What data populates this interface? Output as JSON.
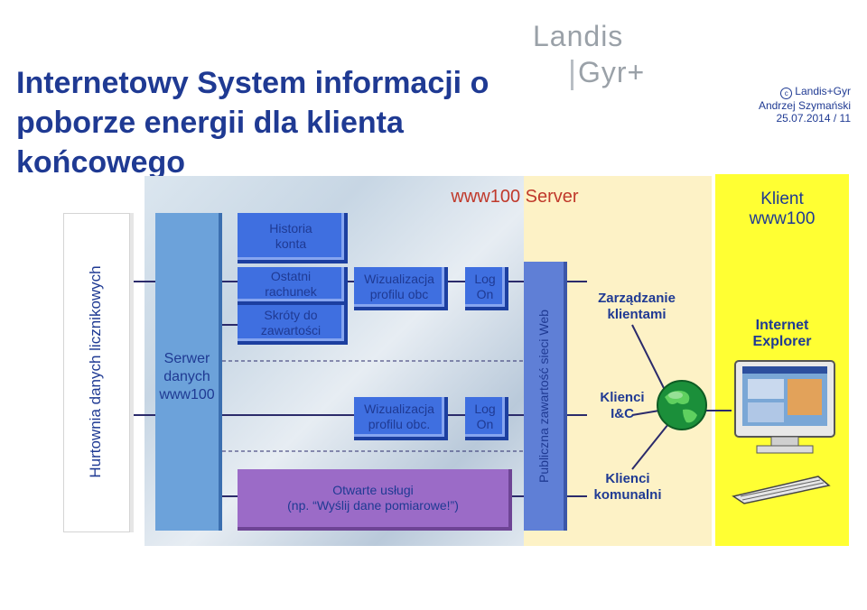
{
  "header": {
    "title_line1": "Internetowy System informacji o",
    "title_line2": "poborze energii dla klienta końcowego",
    "logo_line1": "Landis",
    "logo_line2": "Gyr+",
    "copyright_symbol": "c",
    "copyright_company": "Landis+Gyr",
    "author": "Andrzej Szymański",
    "date_page": "25.07.2014 / 11"
  },
  "diagram": {
    "server_label": "www100 Server",
    "client_label_line1": "Klient",
    "client_label_line2": "www100",
    "hurtownia": "Hurtownia danych licznikowych",
    "serwer_line1": "Serwer",
    "serwer_line2": "danych",
    "serwer_line3": "www100",
    "historia_line1": "Historia",
    "historia_line2": "konta",
    "ostatni_line1": "Ostatni",
    "ostatni_line2": "rachunek",
    "skroty_line1": "Skróty do",
    "skroty_line2": "zawartości",
    "wiz1_line1": "Wizualizacja",
    "wiz1_line2": "profilu obc",
    "wiz2_line1": "Wizualizacja",
    "wiz2_line2": "profilu obc.",
    "log1_line1": "Log",
    "log1_line2": "On",
    "log2_line1": "Log",
    "log2_line2": "On",
    "otwarte_line1": "Otwarte usługi",
    "otwarte_line2": "(np. “Wyślij dane pomiarowe!”)",
    "publiczna": "Publiczna zawartość sieci Web",
    "zarzadzanie_line1": "Zarządzanie",
    "zarzadzanie_line2": "klientami",
    "klienci_ic_line1": "Klienci",
    "klienci_ic_line2": "I&C",
    "klienci_kom_line1": "Klienci",
    "klienci_kom_line2": "komunalni",
    "ie_line1": "Internet",
    "ie_line2": "Explorer"
  },
  "icons": {
    "globe": "globe-icon",
    "computer": "computer-icon",
    "keyboard": "keyboard-icon"
  },
  "colors": {
    "title": "#1f3a93",
    "server_label": "#c0392b",
    "client_panel": "#ffff33",
    "blue_box": "#3f6fe0",
    "purple_box": "#9b6bc7"
  }
}
